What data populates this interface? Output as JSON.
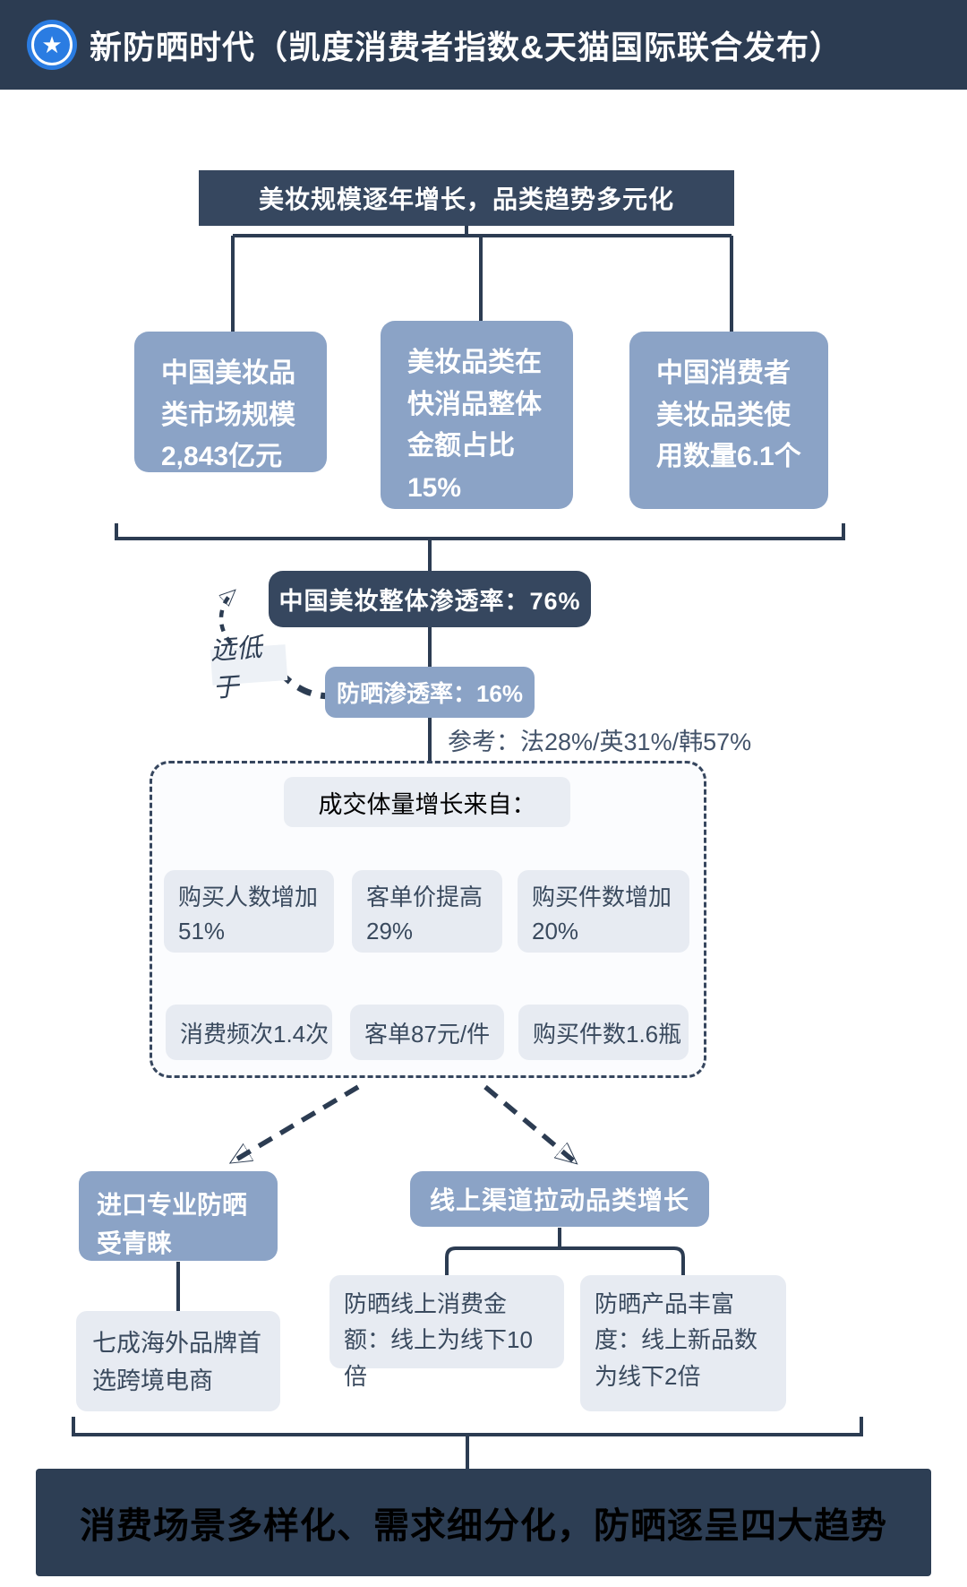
{
  "palette": {
    "navy": "#2c3c52",
    "navy-box": "#36475f",
    "blue": "#8ba3c6",
    "gray": "#e7ebf2",
    "gray2": "#e9edf3",
    "line": "#2c3c52",
    "ink": "#3a4a5e"
  },
  "header": {
    "title": "新防晒时代（凯度消费者指数&天猫国际联合发布）",
    "icon_glyph": "★"
  },
  "section1": {
    "title": "美妆规模逐年增长，品类趋势多元化",
    "stats": [
      {
        "label": "中国美妆品类市场规模2,843亿元"
      },
      {
        "label": "美妆品类在快消品整体金额占比15%"
      },
      {
        "label": "中国消费者美妆品类使用数量6.1个"
      }
    ]
  },
  "penetration": {
    "overall": "中国美妆整体渗透率：76%",
    "annotation": "远低于",
    "sunscreen": "防晒渗透率：16%",
    "reference": "参考：法28%/英31%/韩57%"
  },
  "growth": {
    "title": "成交体量增长来自：",
    "drivers": [
      {
        "main": "购买人数增加",
        "value": "51%",
        "detail": "消费频次1.4次"
      },
      {
        "main": "客单价提高",
        "value": "29%",
        "detail": "客单87元/件"
      },
      {
        "main": "购买件数增加",
        "value": "20%",
        "detail": "购买件数1.6瓶"
      }
    ]
  },
  "branches": {
    "left": {
      "title": "进口专业防晒受青睐",
      "detail": "七成海外品牌首选跨境电商"
    },
    "right": {
      "title": "线上渠道拉动品类增长",
      "details": [
        "防晒线上消费金额：线上为线下10倍",
        "防晒产品丰富度：线上新品数为线下2倍"
      ]
    }
  },
  "footer": {
    "title": "消费场景多样化、需求细分化，防晒逐呈四大趋势"
  }
}
